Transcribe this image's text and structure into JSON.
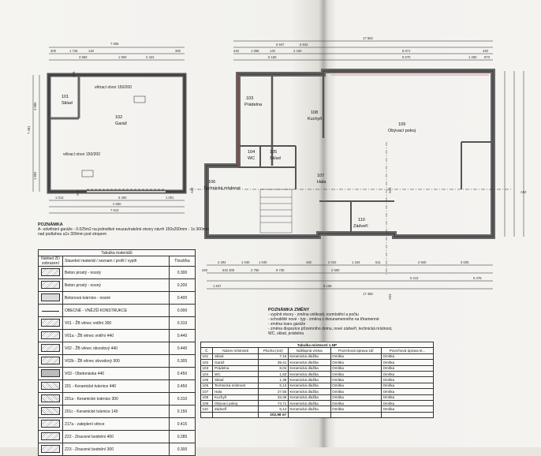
{
  "garage_plan": {
    "dims_top": [
      "7 605",
      "300",
      "1 726",
      "140",
      "3 983",
      "1 500",
      "2 422",
      "300"
    ],
    "dims_bottom": [
      "1 013",
      "5 400",
      "1 001",
      "2 550",
      "7 613"
    ],
    "dims_left": [
      "4 586",
      "7 481",
      "1 894"
    ],
    "rooms": [
      {
        "num": "101",
        "name": "Sklad"
      },
      {
        "num": "102",
        "name": "Garáž"
      }
    ],
    "vent_labels": [
      "větrací otvor 150/200",
      "větrací otvor 150/200"
    ],
    "axis_labels": [
      "A06",
      "A06"
    ]
  },
  "house_plan": {
    "dims_top": [
      "17 592",
      "5 947",
      "6 942",
      "440",
      "1 658",
      "140",
      "2 440",
      "8 671",
      "440",
      "5 160",
      "8 570",
      "1 250",
      "873"
    ],
    "dims_bottom": [
      "2 294",
      "1 040",
      "1 040",
      "482",
      "2 042",
      "1 184",
      "511",
      "2 940",
      "3 025",
      "440",
      "542 300",
      "2 750",
      "9 730",
      "2 600",
      "5 213",
      "6 476",
      "1 847",
      "9 158",
      "17 480"
    ],
    "rooms": [
      {
        "num": "103",
        "name": "Prádelna"
      },
      {
        "num": "104",
        "name": "WC"
      },
      {
        "num": "105",
        "name": "Sklad"
      },
      {
        "num": "106",
        "name": "Technická místnost"
      },
      {
        "num": "107",
        "name": "Hala"
      },
      {
        "num": "108",
        "name": "Kuchyň"
      },
      {
        "num": "109",
        "name": "Obývací pokoj"
      },
      {
        "num": "110",
        "name": "Zádveří"
      }
    ],
    "axis_labels": [
      "A02",
      "A02",
      "A03",
      "A03"
    ]
  },
  "note_left": {
    "title": "POZNÁMKA",
    "text": "A- odvětrání garáže - 0.025m2 na jednotlivé neuzavíratelné otvory návrh 150x200mm - 1x 300mm nad podlahou a1x 300mm pod stropem"
  },
  "note_right": {
    "title": "POZNÁMKA ZMĚNY",
    "lines": [
      "- vyplnit otvory - změna velikosti, rozmístění a počtu",
      "- schodiště nové - typ - změna z dvouramenného na třiramenné",
      "- změna tvaru garáže",
      "- změna dispozice přízemního domu, nové zádveří, technická místnost,",
      "  WC, sklad, prádelna"
    ]
  },
  "legend_table": {
    "caption": "Tabulka materiálů",
    "headers": [
      "Náhled 2D zobrazení",
      "Stavební materiál / seznam / profil / vyplň",
      "Tloušťka"
    ],
    "rows": [
      {
        "swatch": "hatch",
        "name": "Beton prostý - nosný",
        "value": "0.300"
      },
      {
        "swatch": "hatch",
        "name": "Beton prostý - nosný",
        "value": "0.200"
      },
      {
        "swatch": "dots",
        "name": "Betonová tvárnice - nosné",
        "value": "0.400"
      },
      {
        "swatch": "line",
        "name": "OBECNÉ - VNĚJŠÍ KONSTRUKCE",
        "value": "0.000"
      },
      {
        "swatch": "hatch",
        "name": "V01 - ŽB věnec vnitřní 300",
        "value": "0.310"
      },
      {
        "swatch": "hatch",
        "name": "V01a - ŽB věnec vnitřní 440",
        "value": "0.440"
      },
      {
        "swatch": "hatch",
        "name": "V02 - ŽB věnec obvodový 440",
        "value": "0.440"
      },
      {
        "swatch": "hatch",
        "name": "V02b - ŽB věnec obvodový 300",
        "value": "0.305"
      },
      {
        "swatch": "solid",
        "name": "V03 - Obetonávka 440",
        "value": "0.450"
      },
      {
        "swatch": "cross",
        "name": "201 - Keramické tvárnice 440",
        "value": "0.450"
      },
      {
        "swatch": "cross",
        "name": "201a - Keramické tvárnice 300",
        "value": "0.310"
      },
      {
        "swatch": "cross",
        "name": "201c - Keramické tvárnice 140",
        "value": "0.150"
      },
      {
        "swatch": "hatch",
        "name": "217a - zateplení věnce",
        "value": "0.415"
      },
      {
        "swatch": "hatch",
        "name": "Z22 - Ztracené bednění 400",
        "value": "0.285"
      },
      {
        "swatch": "hatch",
        "name": "Z23 - Ztracené bednění 300",
        "value": "0.300"
      }
    ]
  },
  "rooms_table": {
    "caption": "Tabulka místností 1.NP",
    "headers": [
      "Č.",
      "Název místnosti",
      "Plocha (m2)",
      "Nášlapná vrstva",
      "Povrchová úprava zdí",
      "Povrchová úprava st..."
    ],
    "rows": [
      [
        "101",
        "Sklad",
        "7,16",
        "Keramická dlažba",
        "Omítka",
        "Omítka"
      ],
      [
        "102",
        "Garáž",
        "39,41",
        "Keramická dlažba",
        "Omítka",
        "Omítka"
      ],
      [
        "103",
        "Prádelna",
        "8,04",
        "Keramická dlažba",
        "Omítka",
        "Omítka"
      ],
      [
        "104",
        "WC",
        "1,63",
        "Keramická dlažba",
        "Omítka",
        "Omítka"
      ],
      [
        "105",
        "Sklad",
        "1,38",
        "Keramická dlažba",
        "Omítka",
        "Omítka"
      ],
      [
        "106",
        "Technická místnost",
        "6,13",
        "Keramická dlažba",
        "Omítka",
        "Omítka"
      ],
      [
        "107",
        "Hala",
        "27,55",
        "Keramická dlažba",
        "Omítka",
        "Omítka"
      ],
      [
        "108",
        "Kuchyň",
        "33,36",
        "Keramická dlažba",
        "Omítka",
        "Omítka"
      ],
      [
        "109",
        "Obývací pokoj",
        "73,71",
        "Keramická dlažba",
        "Omítka",
        "Omítka"
      ],
      [
        "110",
        "Zádveří",
        "5,14",
        "Keramická dlažba",
        "Omítka",
        "Omítka"
      ]
    ],
    "total": "202,98 m²"
  }
}
